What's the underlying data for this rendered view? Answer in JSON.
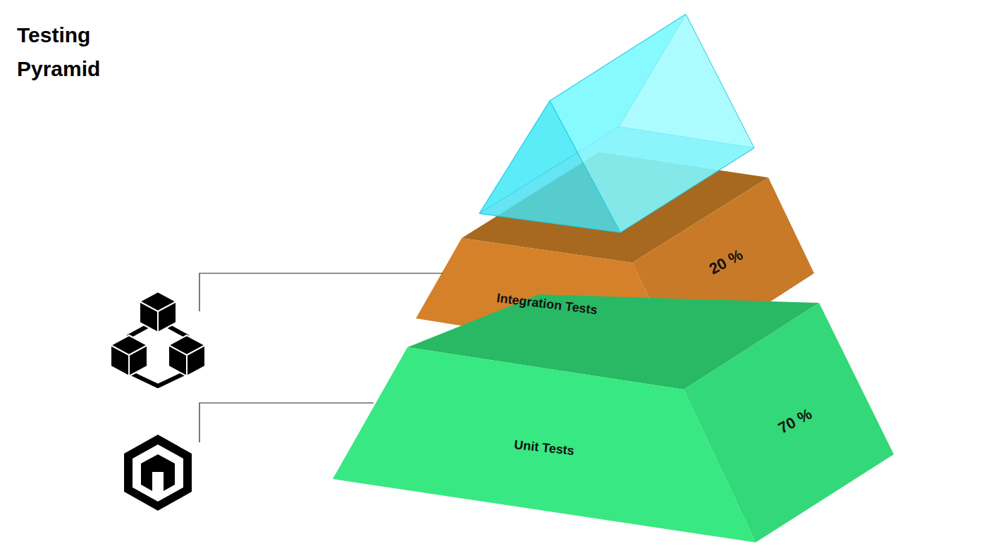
{
  "diagram": {
    "title": "Testing Pyramid",
    "nodes": [
      {
        "text": [
          "Integration Tests",
          "20 %"
        ]
      },
      {
        "text": [
          "Unit Tests",
          "70 %"
        ]
      }
    ]
  }
}
